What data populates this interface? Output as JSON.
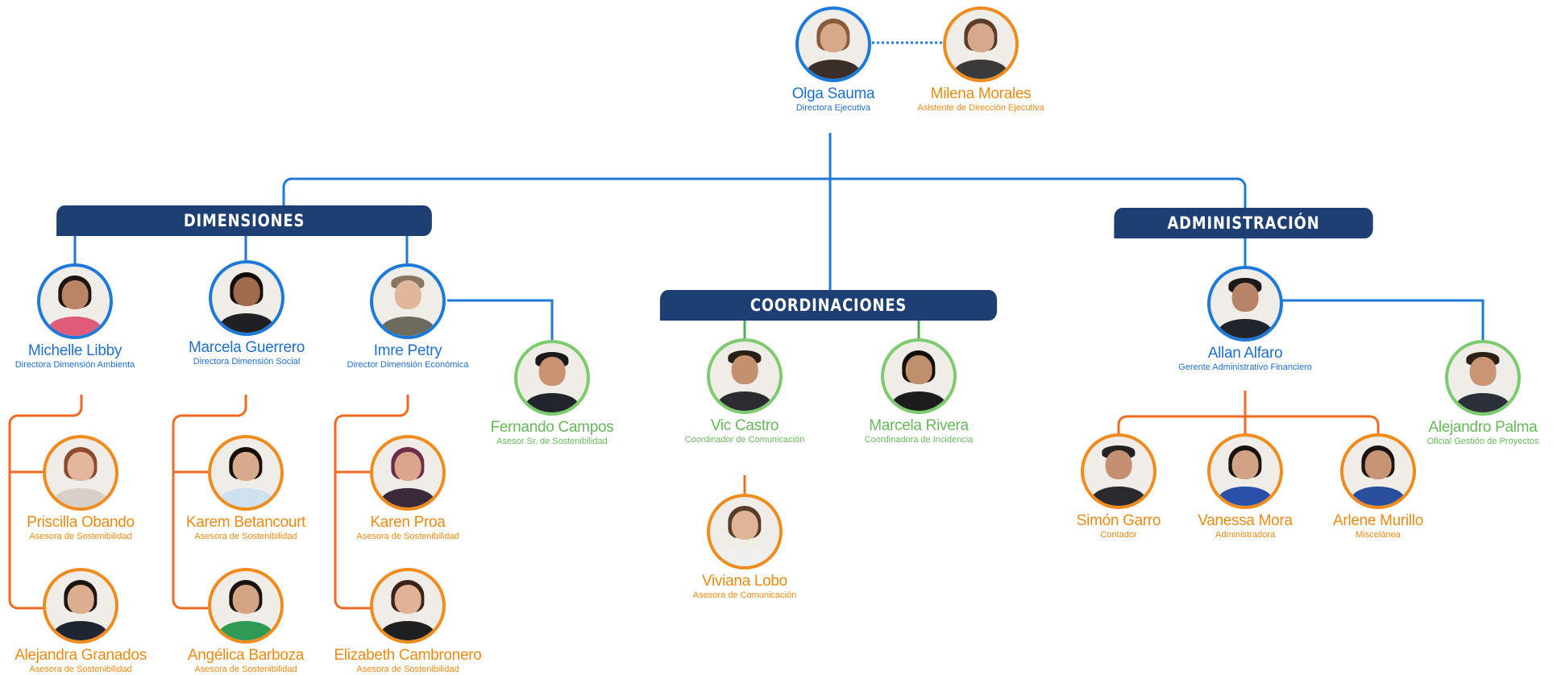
{
  "headers": {
    "dimensiones": "DIMENSIONES",
    "coordinaciones": "COORDINACIONES",
    "administracion": "ADMINISTRACIÓN"
  },
  "colors": {
    "navy": "#1e3f73",
    "blue": "#1e7ad8",
    "orange": "#f08c1e",
    "green": "#7ccb6e"
  },
  "people": {
    "olga": {
      "name": "Olga Sauma",
      "role": "Directora Ejecutiva"
    },
    "milena": {
      "name": "Milena Morales",
      "role": "Asistente de Dirección Ejecutiva"
    },
    "michelle": {
      "name": "Michelle Libby",
      "role": "Directora Dimensión Ambienta"
    },
    "marcela_g": {
      "name": "Marcela Guerrero",
      "role": "Directora Dimensión Social"
    },
    "imre": {
      "name": "Imre Petry",
      "role": "Director Dimensión Económica"
    },
    "fernando": {
      "name": "Fernando Campos",
      "role": "Asesor Sr. de Sostenibilidad"
    },
    "vic": {
      "name": "Vic Castro",
      "role": "Coordinador de Comunicación"
    },
    "marcela_r": {
      "name": "Marcela Rivera",
      "role": "Coordinadora de Incidencia"
    },
    "viviana": {
      "name": "Viviana Lobo",
      "role": "Asesora de Comunicación"
    },
    "allan": {
      "name": "Allan Alfaro",
      "role": "Gerente Administrativo Financiero"
    },
    "alejandro": {
      "name": "Alejandro Palma",
      "role": "Oficial Gestión de Proyectos"
    },
    "priscilla": {
      "name": "Priscilla Obando",
      "role": "Asesora de Sostenibilidad"
    },
    "alejandra": {
      "name": "Alejandra Granados",
      "role": "Asesora de Sostenibilidad"
    },
    "karem": {
      "name": "Karem Betancourt",
      "role": "Asesora de Sostenibilidad"
    },
    "angelica": {
      "name": "Angélica Barboza",
      "role": "Asesora de Sostenibilidad"
    },
    "karen": {
      "name": "Karen Proa",
      "role": "Asesora de Sostenibilidad"
    },
    "elizabeth": {
      "name": "Elizabeth Cambronero",
      "role": "Asesora de Sostenibilidad"
    },
    "simon": {
      "name": "Simón Garro",
      "role": "Contador"
    },
    "vanessa": {
      "name": "Vanessa Mora",
      "role": "Administradora"
    },
    "arlene": {
      "name": "Arlene Murillo",
      "role": "Miscelánea"
    }
  }
}
